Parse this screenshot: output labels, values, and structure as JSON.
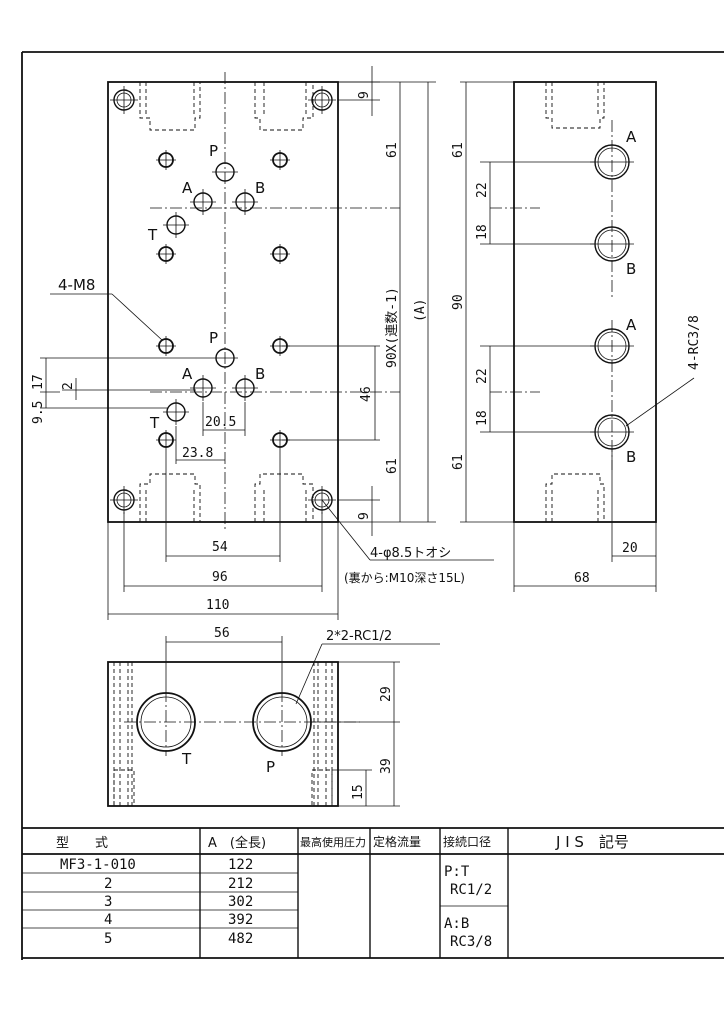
{
  "top_view": {
    "port_labels": [
      "P",
      "A",
      "B",
      "T",
      "P",
      "A",
      "B",
      "T"
    ],
    "callout_tap": "4-M8",
    "dims": {
      "top_edge": "9",
      "top_span": "61",
      "pitch": "46",
      "bottom_span": "61",
      "bottom_edge": "9",
      "pitch_formula": "90X(連数-1)",
      "overall": "(A)",
      "left_17": "17",
      "left_2": "2",
      "left_9_5": "9.5",
      "x_20_5": "20.5",
      "x_23_8": "23.8",
      "w_54": "54",
      "w_96": "96",
      "w_110": "110"
    },
    "hole_note_line1": "4-φ8.5トオシ",
    "hole_note_line2": "(裏から:M10深さ15L)"
  },
  "side_view": {
    "port_labels": [
      "A",
      "B",
      "A",
      "B"
    ],
    "dims": {
      "d61_top": "61",
      "d22_top": "22",
      "d18_top": "18",
      "d90": "90",
      "d22_bot": "22",
      "d18_bot": "18",
      "d61_bot": "61",
      "w20": "20",
      "w68": "68"
    },
    "callout": "4-RC3/8"
  },
  "end_view": {
    "port_labels": [
      "T",
      "P"
    ],
    "dims": {
      "w56": "56",
      "h29": "29",
      "h39": "39",
      "h15": "15"
    },
    "callout": "2*2-RC1/2"
  },
  "table": {
    "headers": [
      "型　　式",
      "A　(全長)",
      "最高使用圧力",
      "定格流量",
      "接続口径",
      "J I S　記号"
    ],
    "rows": [
      {
        "model": "MF3-1-010",
        "length": "122"
      },
      {
        "model": "2",
        "length": "212"
      },
      {
        "model": "3",
        "length": "302"
      },
      {
        "model": "4",
        "length": "392"
      },
      {
        "model": "5",
        "length": "482"
      }
    ],
    "port_pt_label": "P:T",
    "port_pt_size": "RC1/2",
    "port_ab_label": "A:B",
    "port_ab_size": "RC3/8"
  }
}
